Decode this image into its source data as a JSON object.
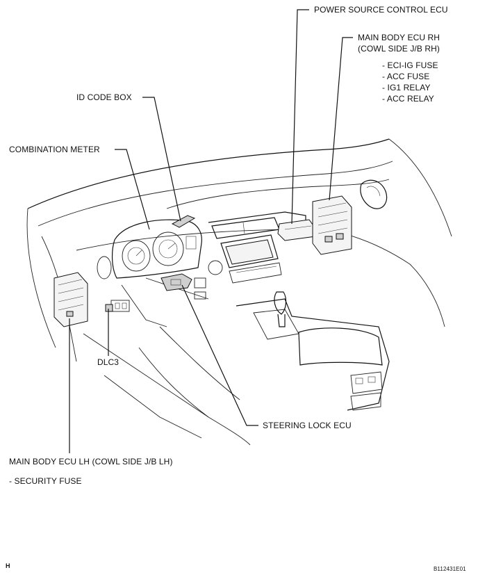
{
  "labels": {
    "power_source_ecu": "POWER SOURCE CONTROL ECU",
    "main_body_rh_1": "MAIN BODY ECU RH",
    "main_body_rh_2": "(COWL SIDE J/B RH)",
    "rh_items": [
      "- ECI-IG FUSE",
      "- ACC FUSE",
      "- IG1 RELAY",
      "- ACC RELAY"
    ],
    "id_code_box": "ID CODE BOX",
    "combination_meter": "COMBINATION METER",
    "dlc3": "DLC3",
    "steering_lock_ecu": "STEERING LOCK ECU",
    "main_body_lh": "MAIN BODY ECU LH (COWL SIDE J/B LH)",
    "security_fuse": "- SECURITY FUSE",
    "corner_letter": "H",
    "figure_code": "B112431E01"
  }
}
